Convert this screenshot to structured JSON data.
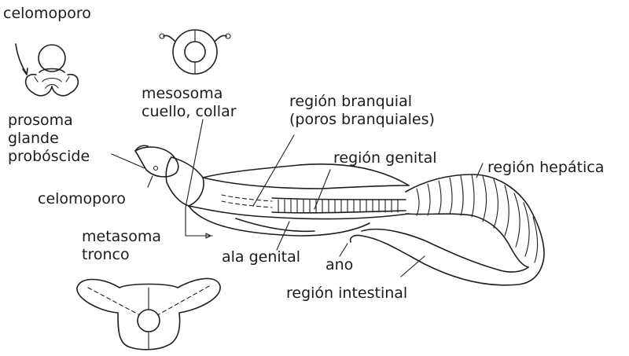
{
  "figure": {
    "labels": {
      "celomoporo_top": "celomoporo",
      "mesosoma": [
        "mesosoma",
        "cuello, collar"
      ],
      "region_branquial": [
        "región branquial",
        "(poros branquiales)"
      ],
      "prosoma": [
        "prosoma",
        "glande",
        "probóscide"
      ],
      "region_genital": "región genital",
      "region_hepatica": "región hepática",
      "celomoporo_side": "celomoporo",
      "metasoma": [
        "metasoma",
        "tronco"
      ],
      "ala_genital": "ala genital",
      "ano": "ano",
      "region_intestinal": "región intestinal"
    },
    "line_color": "#1f1f1f",
    "background": "#ffffff"
  }
}
